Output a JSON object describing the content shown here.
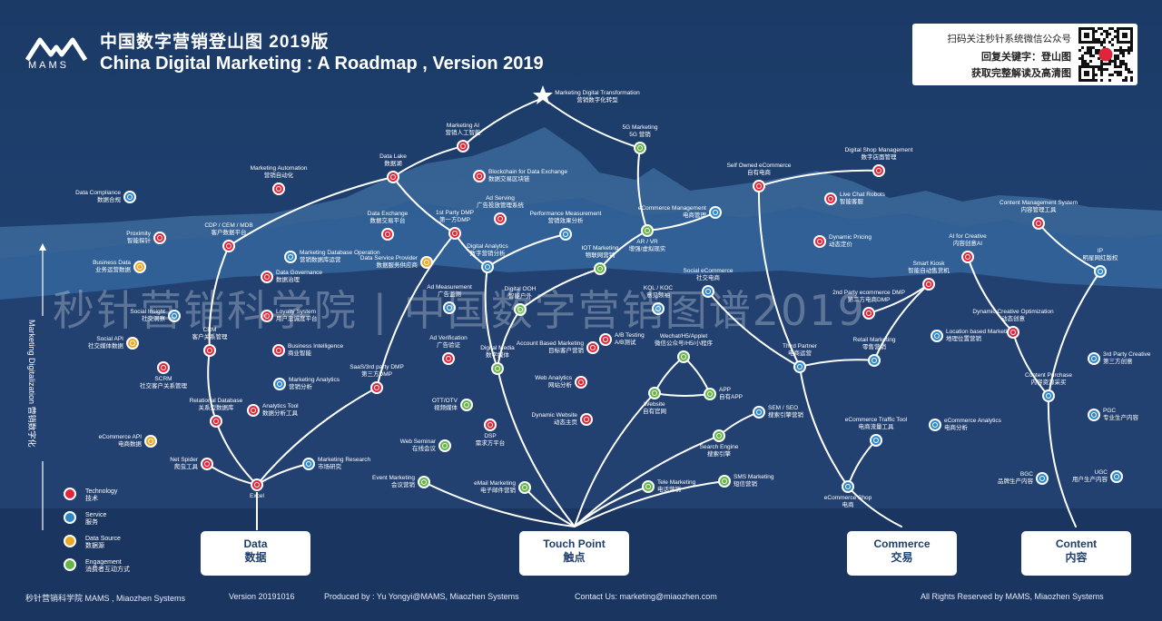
{
  "header": {
    "logo_text": "MAMS",
    "title_cn": "中国数字营销登山图 2019版",
    "title_en": "China Digital Marketing : A Roadmap , Version 2019"
  },
  "qr_panel": {
    "line1": "扫码关注秒针系统微信公众号",
    "line2": "回复关键字：登山图",
    "line3": "获取完整解读及高清图"
  },
  "watermark": "秒针营销科学院 | 中国数字营销图谱2019",
  "vertical_title": "Marketing Digitalization 营销数字化",
  "summit": {
    "en": "Marketing Digital Transformation",
    "cn": "营销数字化转型"
  },
  "categories": [
    {
      "key": "technology",
      "en": "Technology",
      "cn": "技术",
      "color": "#e0253a"
    },
    {
      "key": "service",
      "en": "Service",
      "cn": "服务",
      "color": "#2e86c9"
    },
    {
      "key": "data_source",
      "en": "Data Source",
      "cn": "数据源",
      "color": "#e9a825"
    },
    {
      "key": "engagement",
      "en": "Engagement",
      "cn": "消费者互动方式",
      "color": "#63b544"
    }
  ],
  "base_boxes": [
    {
      "en": "Data",
      "cn": "数据"
    },
    {
      "en": "Touch Point",
      "cn": "触点"
    },
    {
      "en": "Commerce",
      "cn": "交易"
    },
    {
      "en": "Content",
      "cn": "内容"
    }
  ],
  "nodes": [
    {
      "id": "excel",
      "en": "Excel",
      "cn": "",
      "type": "technology"
    },
    {
      "id": "net_spider",
      "en": "Net Spider",
      "cn": "爬虫工具",
      "type": "technology"
    },
    {
      "id": "market_research",
      "en": "Marketing Research",
      "cn": "市场研究",
      "type": "service"
    },
    {
      "id": "ecom_api",
      "en": "eCommerce API",
      "cn": "电商数据",
      "type": "data_source"
    },
    {
      "id": "relational_db",
      "en": "Relational Database",
      "cn": "关系型数据库",
      "type": "technology"
    },
    {
      "id": "analytics_tool",
      "en": "Analytics Tool",
      "cn": "数据分析工具",
      "type": "technology"
    },
    {
      "id": "scrm",
      "en": "SCRM",
      "cn": "社交客户关系管理",
      "type": "technology"
    },
    {
      "id": "social_api",
      "en": "Social API",
      "cn": "社交媒体数据",
      "type": "data_source"
    },
    {
      "id": "social_insight",
      "en": "Social Insight",
      "cn": "社交洞察",
      "type": "service"
    },
    {
      "id": "crm",
      "en": "CRM",
      "cn": "客户关系管理",
      "type": "technology"
    },
    {
      "id": "loyalty",
      "en": "Loyalty System",
      "cn": "用户忠诚度平台",
      "type": "technology"
    },
    {
      "id": "bi",
      "en": "Business Intelligence",
      "cn": "商业智能",
      "type": "technology"
    },
    {
      "id": "mkt_analytics",
      "en": "Marketing Analytics",
      "cn": "营销分析",
      "type": "service"
    },
    {
      "id": "business_data",
      "en": "Business Data",
      "cn": "业务运营数据",
      "type": "data_source"
    },
    {
      "id": "proximity",
      "en": "Proximity",
      "cn": "智能探针",
      "type": "technology"
    },
    {
      "id": "data_compliance",
      "en": "Data Compliance",
      "cn": "数据合规",
      "type": "service"
    },
    {
      "id": "cdp",
      "en": "CDP / CEM / MDB",
      "cn": "客户数据平台",
      "type": "technology"
    },
    {
      "id": "mkt_db_op",
      "en": "Marketing Database Operation",
      "cn": "营销数据库运营",
      "type": "service"
    },
    {
      "id": "data_gov",
      "en": "Data Governance",
      "cn": "数据治理",
      "type": "technology"
    },
    {
      "id": "mkt_auto",
      "en": "Marketing Automation",
      "cn": "营销自动化",
      "type": "technology"
    },
    {
      "id": "data_lake",
      "en": "Data Lake",
      "cn": "数据湖",
      "type": "technology"
    },
    {
      "id": "data_exchange",
      "en": "Data Exchange",
      "cn": "数据交易平台",
      "type": "technology"
    },
    {
      "id": "data_service",
      "en": "Data Service Provider",
      "cn": "数据服务供应商",
      "type": "data_source"
    },
    {
      "id": "first_dmp",
      "en": "1st Party DMP",
      "cn": "第一方DMP",
      "type": "technology"
    },
    {
      "id": "mkt_ai",
      "en": "Marketing AI",
      "cn": "营销人工智能",
      "type": "technology"
    },
    {
      "id": "blockchain",
      "en": "Blockchain for Data Exchange",
      "cn": "数据交易区块链",
      "type": "technology"
    },
    {
      "id": "ad_serving",
      "en": "Ad Serving",
      "cn": "广告投放管理系统",
      "type": "technology"
    },
    {
      "id": "saas_dmp",
      "en": "SaaS/3rd party DMP",
      "cn": "第三方DMP",
      "type": "technology"
    },
    {
      "id": "excel_dummy",
      "en": "",
      "cn": "",
      "type": "technology"
    },
    {
      "id": "digital_analytics",
      "en": "Digital Analytics",
      "cn": "数字营销分析",
      "type": "service"
    },
    {
      "id": "perf_measure",
      "en": "Performance Measurement",
      "cn": "营销效果分析",
      "type": "service"
    },
    {
      "id": "iot_mkt",
      "en": "IOT Marketing",
      "cn": "物联网营销",
      "type": "engagement"
    },
    {
      "id": "ar_vr",
      "en": "AR / VR",
      "cn": "增强/虚拟现实",
      "type": "engagement"
    },
    {
      "id": "5g_mkt",
      "en": "5G Marketing",
      "cn": "5G 营销",
      "type": "engagement"
    },
    {
      "id": "ad_measure",
      "en": "Ad Measurement",
      "cn": "广告监测",
      "type": "service"
    },
    {
      "id": "digital_ooh",
      "en": "Digital OOH",
      "cn": "智能户外",
      "type": "engagement"
    },
    {
      "id": "ad_verify",
      "en": "Ad Verification",
      "cn": "广告验证",
      "type": "technology"
    },
    {
      "id": "digital_media",
      "en": "Digital Media",
      "cn": "数字媒体",
      "type": "engagement"
    },
    {
      "id": "ott",
      "en": "OTT/OTV",
      "cn": "视频媒体",
      "type": "engagement"
    },
    {
      "id": "dsp",
      "en": "DSP",
      "cn": "需求方平台",
      "type": "technology"
    },
    {
      "id": "web_seminar",
      "en": "Web Seminar",
      "cn": "在线会议",
      "type": "engagement"
    },
    {
      "id": "event_mkt",
      "en": "Event Marketing",
      "cn": "会议营销",
      "type": "engagement"
    },
    {
      "id": "email_mkt",
      "en": "eMail Marketing",
      "cn": "电子邮件营销",
      "type": "engagement"
    },
    {
      "id": "tele_mkt",
      "en": "Tele Marketing",
      "cn": "电话营销",
      "type": "engagement"
    },
    {
      "id": "sms_mkt",
      "en": "SMS Marketing",
      "cn": "短信营销",
      "type": "engagement"
    },
    {
      "id": "kol",
      "en": "KOL / KOC",
      "cn": "意见领袖",
      "type": "service"
    },
    {
      "id": "abm",
      "en": "Account Based Marketing",
      "cn": "目标客户营销",
      "type": "technology"
    },
    {
      "id": "ab_test",
      "en": "A/B Testing",
      "cn": "A/B测试",
      "type": "technology"
    },
    {
      "id": "web_analytics",
      "en": "Web Analytics",
      "cn": "网站分析",
      "type": "technology"
    },
    {
      "id": "dyn_web",
      "en": "Dynamic Website",
      "cn": "动态主页",
      "type": "technology"
    },
    {
      "id": "wechat",
      "en": "Wechat/H5/Applet",
      "cn": "微信公众号/H5/小程序",
      "type": "engagement"
    },
    {
      "id": "website",
      "en": "Website",
      "cn": "自有官网",
      "type": "engagement"
    },
    {
      "id": "app",
      "en": "APP",
      "cn": "自有APP",
      "type": "engagement"
    },
    {
      "id": "search_engine",
      "en": "Search Engine",
      "cn": "搜索引擎",
      "type": "engagement"
    },
    {
      "id": "sem_seo",
      "en": "SEM / SEO",
      "cn": "搜索引擎营销",
      "type": "service"
    },
    {
      "id": "social_ecom",
      "en": "Social eCommerce",
      "cn": "社交电商",
      "type": "service"
    },
    {
      "id": "ecom_mgmt",
      "en": "eCommerce Management",
      "cn": "电商管理",
      "type": "service"
    },
    {
      "id": "self_ecom",
      "en": "Self Owned eCommerce",
      "cn": "自有电商",
      "type": "technology"
    },
    {
      "id": "digital_shop",
      "en": "Digital Shop Management",
      "cn": "数字店面管理",
      "type": "technology"
    },
    {
      "id": "live_chat",
      "en": "Live Chat Robots",
      "cn": "智能客服",
      "type": "technology"
    },
    {
      "id": "dyn_pricing",
      "en": "Dynamic Pricing",
      "cn": "动态定价",
      "type": "technology"
    },
    {
      "id": "third_partner",
      "en": "Third Partner",
      "cn": "电商运营",
      "type": "service"
    },
    {
      "id": "second_dmp",
      "en": "2nd Party ecommerce DMP",
      "cn": "第二方电商DMP",
      "type": "technology"
    },
    {
      "id": "retail_mkt",
      "en": "Retail Marketing",
      "cn": "零售营销",
      "type": "service"
    },
    {
      "id": "smart_kiosk",
      "en": "Smart Kiosk",
      "cn": "智能自动售货机",
      "type": "technology"
    },
    {
      "id": "location_mkt",
      "en": "Location based Marketing",
      "cn": "地理位置营销",
      "type": "service"
    },
    {
      "id": "ecom_traffic",
      "en": "eCommerce Traffic Tool",
      "cn": "电商流量工具",
      "type": "service"
    },
    {
      "id": "ecom_analytics",
      "en": "eCommerce Analytics",
      "cn": "电商分析",
      "type": "service"
    },
    {
      "id": "ecom_shop",
      "en": "eCommerce Shop",
      "cn": "电商",
      "type": "service"
    },
    {
      "id": "cms",
      "en": "Content Management System",
      "cn": "内容管理工具",
      "type": "technology"
    },
    {
      "id": "ai_creative",
      "en": "AI for Creative",
      "cn": "内容创意AI",
      "type": "technology"
    },
    {
      "id": "ip",
      "en": "IP",
      "cn": "明星网红版权",
      "type": "service"
    },
    {
      "id": "dyn_creative",
      "en": "Dynamic Creative Optimization",
      "cn": "动态创意",
      "type": "technology"
    },
    {
      "id": "content_purchase",
      "en": "Content Purchase",
      "cn": "内容资源采买",
      "type": "service"
    },
    {
      "id": "third_creative",
      "en": "3rd Party Creative",
      "cn": "第三方创意",
      "type": "service"
    },
    {
      "id": "pgc",
      "en": "PGC",
      "cn": "专业生产内容",
      "type": "service"
    },
    {
      "id": "bgc",
      "en": "BGC",
      "cn": "品牌生产内容",
      "type": "service"
    },
    {
      "id": "ugc",
      "en": "UGC",
      "cn": "用户生产内容",
      "type": "service"
    }
  ],
  "footer": {
    "org": "秒针营销科学院 MAMS , Miaozhen Systems",
    "version": "Version 20191016",
    "produced": "Produced by : Yu Yongyi@MAMS, Miaozhen Systems",
    "contact": "Contact Us: marketing@miaozhen.com",
    "rights": "All Rights Reserved by MAMS, Miaozhen Systems"
  }
}
